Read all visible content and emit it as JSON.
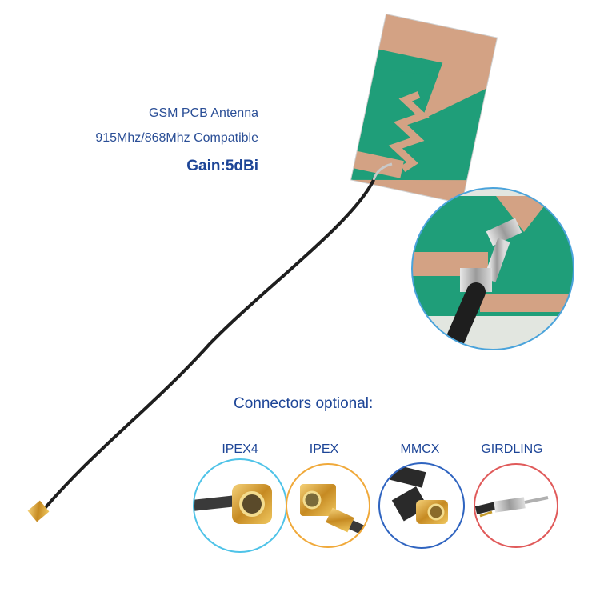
{
  "spec": {
    "title": "GSM PCB Antenna",
    "compatibility": "915Mhz/868Mhz Compatible",
    "gain": "Gain:5dBi"
  },
  "connectors": {
    "heading": "Connectors optional:",
    "items": [
      {
        "label": "IPEX4",
        "ring_color": "#4fc3e8"
      },
      {
        "label": "IPEX",
        "ring_color": "#f0a93a"
      },
      {
        "label": "MMCX",
        "ring_color": "#2f64c0"
      },
      {
        "label": "GIRDLING",
        "ring_color": "#e05a5a"
      }
    ]
  },
  "colors": {
    "text_blue": "#2a4e96",
    "pcb_green": "#1f9e79",
    "copper": "#d3a284",
    "cable": "#1e1e1e"
  }
}
